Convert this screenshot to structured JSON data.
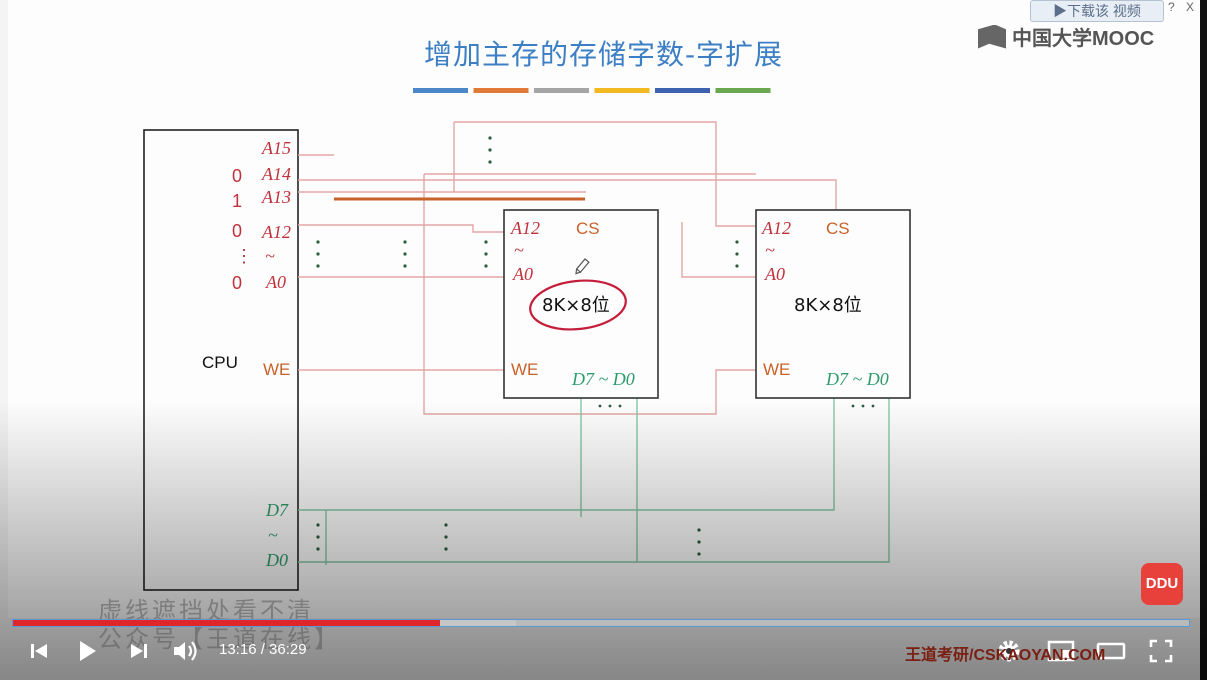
{
  "overlay": {
    "download_label": "▶下载该 视频",
    "help_glyph": "?",
    "close_glyph": "X",
    "logo_text": "中国大学MOOC",
    "ddu_badge": "DDU",
    "blurred_caption_line1": "虚线遮挡处看不清",
    "blurred_caption_line2": "公众号【王道在线】"
  },
  "slide": {
    "title": "增加主存的存储字数-字扩展",
    "title_bar_colors": [
      "#4a86c8",
      "#e07a36",
      "#a5a5a5",
      "#f2b81f",
      "#3d62b0",
      "#6aa84f"
    ],
    "cpu_label": "CPU",
    "cpu_pins": {
      "a15": "A15",
      "a14": "A14",
      "a13": "A13",
      "a12": "A12",
      "tilde": "~",
      "a0": "A0",
      "we": "WE",
      "d7": "D7",
      "d0": "D0"
    },
    "addr_bits": [
      "0",
      "1",
      "0",
      "⋮",
      "0"
    ],
    "chip1": {
      "a12": "A12",
      "a0": "A0",
      "cs": "CS",
      "capacity": "8K×8位",
      "we": "WE",
      "data": "D7 ~ D0"
    },
    "chip2": {
      "a12": "A12",
      "a0": "A0",
      "cs": "CS",
      "capacity": "8K×8位",
      "we": "WE",
      "data": "D7 ~ D0"
    },
    "colors": {
      "addr": "#c0323b",
      "control": "#c8622a",
      "data": "#2e9b6b",
      "wire": "#e3a6a6",
      "data_wire": "#86c7a6",
      "title": "#3d7fc4"
    }
  },
  "player": {
    "current_time": "13:16",
    "duration": "36:29",
    "time_display": "13:16 / 36:29",
    "played_fraction": 0.3634,
    "buffered_fraction": 0.4277,
    "watermark": "王道考研/CSKAOYAN.COM",
    "icons": [
      "previous-icon",
      "play-icon",
      "next-icon",
      "volume-icon",
      "settings-icon",
      "miniplayer-icon",
      "theater-icon",
      "fullscreen-icon"
    ]
  }
}
